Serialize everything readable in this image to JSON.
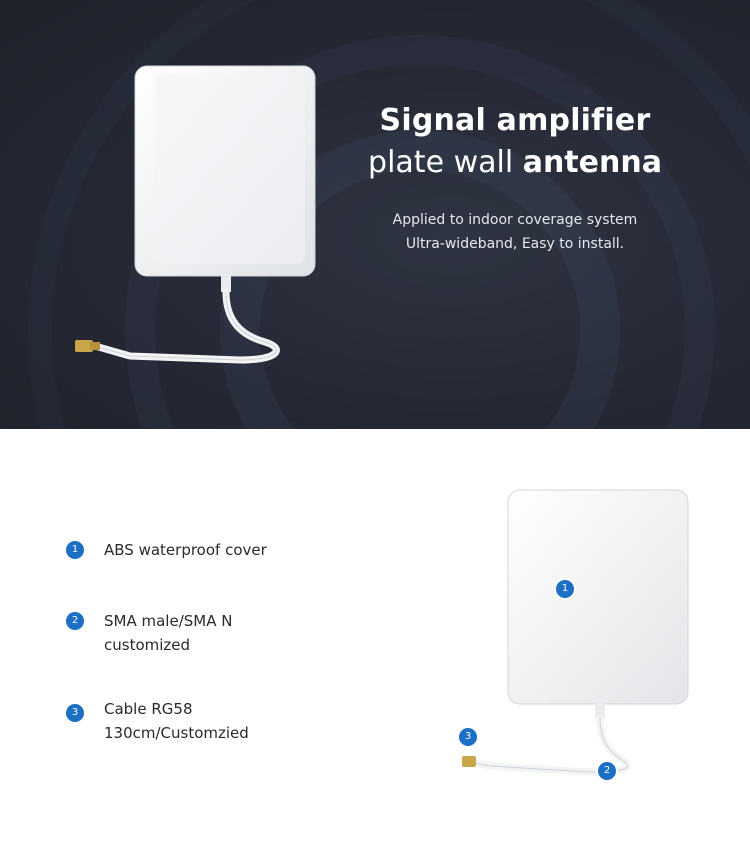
{
  "hero": {
    "title_line1": "Signal amplifier",
    "title_line2_light": "plate wall ",
    "title_line2_bold": "antenna",
    "desc_line1": "Applied to indoor coverage system",
    "desc_line2": "Ultra-wideband, Easy to install."
  },
  "features": [
    {
      "number": "1",
      "line1": "ABS waterproof cover",
      "line2": ""
    },
    {
      "number": "2",
      "line1": "SMA male/SMA N",
      "line2": "customized"
    },
    {
      "number": "3",
      "line1": "Cable RG58",
      "line2": "130cm/Customzied"
    }
  ],
  "callouts": {
    "cover": "1",
    "cable": "2",
    "connector": "3"
  },
  "colors": {
    "hero_bg": "#252833",
    "badge": "#1b6fc5",
    "text": "#2a2a2a"
  }
}
